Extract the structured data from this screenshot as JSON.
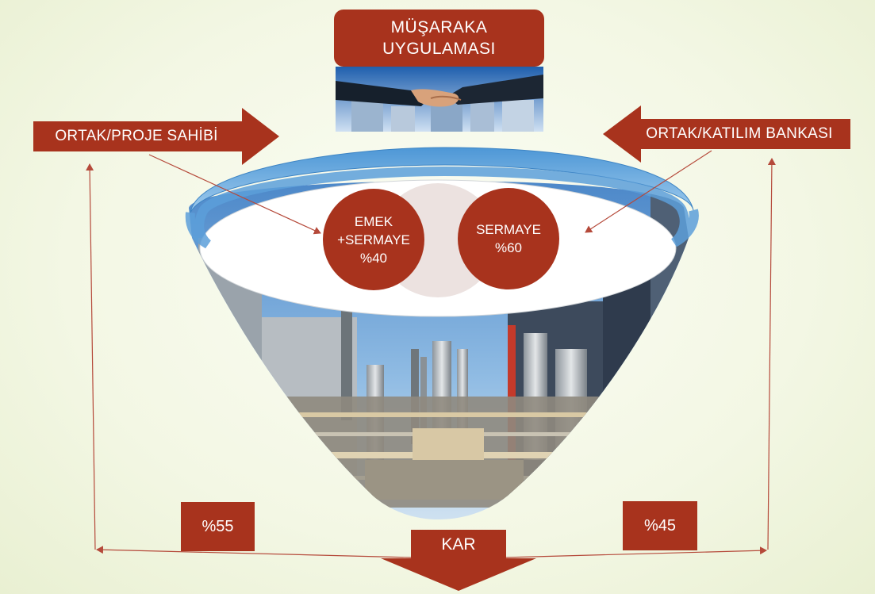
{
  "title": {
    "line1": "MÜŞARAKA",
    "line2": "UYGULAMASI"
  },
  "left_partner": {
    "label": "ORTAK/PROJE SAHİBİ"
  },
  "right_partner": {
    "label": "ORTAK/KATILIM BANKASI"
  },
  "left_circle": {
    "line1": "EMEK",
    "line2": "+SERMAYE",
    "line3": "%40"
  },
  "right_circle": {
    "line1": "SERMAYE",
    "line2": "%60"
  },
  "left_share": {
    "label": "%55"
  },
  "right_share": {
    "label": "%45"
  },
  "profit": {
    "label": "KAR"
  },
  "colors": {
    "accent": "#a8331d",
    "ring": "#6aa7d8",
    "line": "#b5493a"
  }
}
